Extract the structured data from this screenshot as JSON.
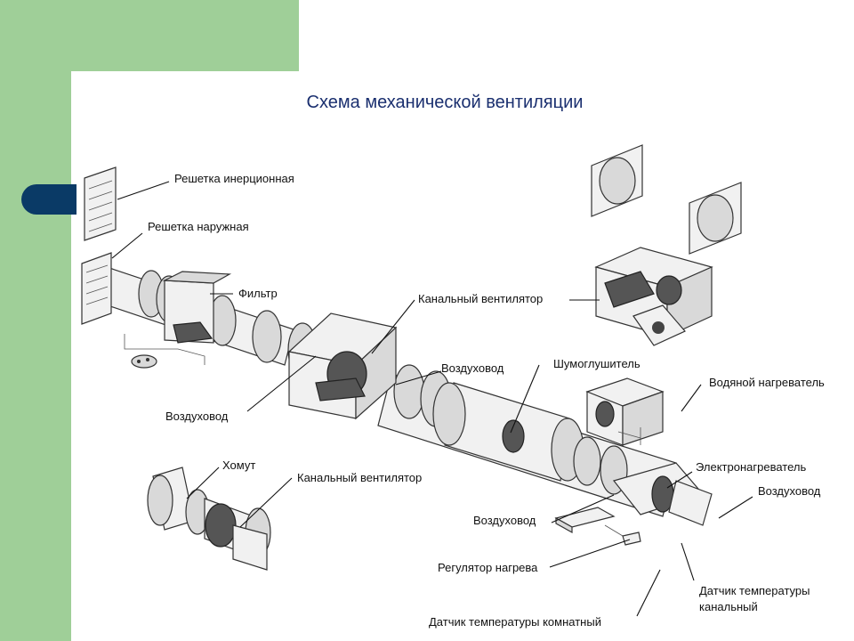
{
  "title": "Схема механической вентиляции",
  "colors": {
    "side_bar": "#9fcf98",
    "tab": "#0a3a66",
    "title": "#1a2f6f"
  },
  "labels": {
    "grille_inertial": "Решетка инерционная",
    "grille_outer": "Решетка наружная",
    "filter": "Фильтр",
    "duct_fan_top": "Канальный вентилятор",
    "duct_mid": "Воздуховод",
    "silencer": "Шумоглушитель",
    "water_heater": "Водяной нагреватель",
    "duct_left": "Воздуховод",
    "clamp": "Хомут",
    "duct_fan_bottom": "Канальный вентилятор",
    "electric_heater": "Электронагреватель",
    "duct_right": "Воздуховод",
    "duct_lower": "Воздуховод",
    "heat_regulator": "Регулятор нагрева",
    "duct_temp_sensor_1": "Датчик температуры",
    "duct_temp_sensor_2": "канальный",
    "room_temp_sensor": "Датчик температуры комнатный"
  }
}
